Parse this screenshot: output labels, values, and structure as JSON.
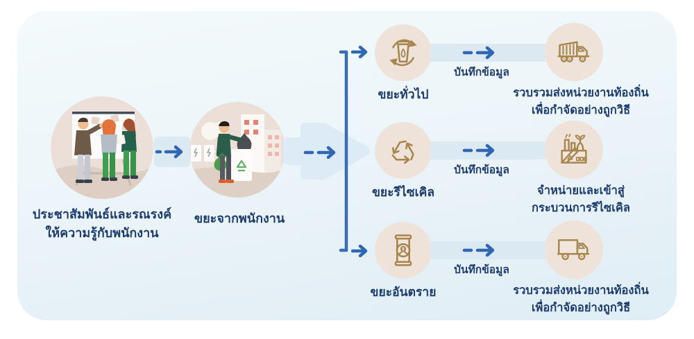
{
  "colors": {
    "text_navy": "#1e3c6d",
    "arrow_blue": "#2f67b2",
    "band_blue": "#dbe9f3",
    "circle_beige": "#efe2d9",
    "icon_gold": "#a8874e",
    "card_gradient_start": "#f4fafb",
    "card_gradient_end": "#dfedf5"
  },
  "stages": [
    {
      "id": "awareness-campaign",
      "illustration": "people-training-illustration",
      "caption_lines": [
        "ประชาสัมพันธ์และรณรงค์",
        "ให้ความรู้กับพนักงาน"
      ]
    },
    {
      "id": "employee-waste",
      "illustration": "employee-sorting-waste-illustration",
      "caption_lines": [
        "ขยะจากพนักงาน"
      ]
    }
  ],
  "branches": [
    {
      "waste_type": "ขยะทั่วไป",
      "icon": "general-waste-bin-cycle-icon",
      "arrow_label": "บันทึกข้อมูล",
      "destination_icon": "garbage-truck-icon",
      "destination_lines": [
        "รวบรวมส่งหน่วยงานท้องถิ่น",
        "เพื่อกำจัดอย่างถูกวิธี"
      ]
    },
    {
      "waste_type": "ขยะรีไซเคิล",
      "icon": "recycle-symbol-icon",
      "arrow_label": "บันทึกข้อมูล",
      "destination_icon": "recycling-factory-icon",
      "destination_lines": [
        "จำหน่ายและเข้าสู่",
        "กระบวนการรีไซเคิล"
      ]
    },
    {
      "waste_type": "ขยะอันตราย",
      "icon": "hazardous-waste-barrel-icon",
      "arrow_label": "บันทึกข้อมูล",
      "destination_icon": "delivery-truck-icon",
      "destination_lines": [
        "รวบรวมส่งหน่วยงานท้องถิ่น",
        "เพื่อกำจัดอย่างถูกวิธี"
      ]
    }
  ]
}
